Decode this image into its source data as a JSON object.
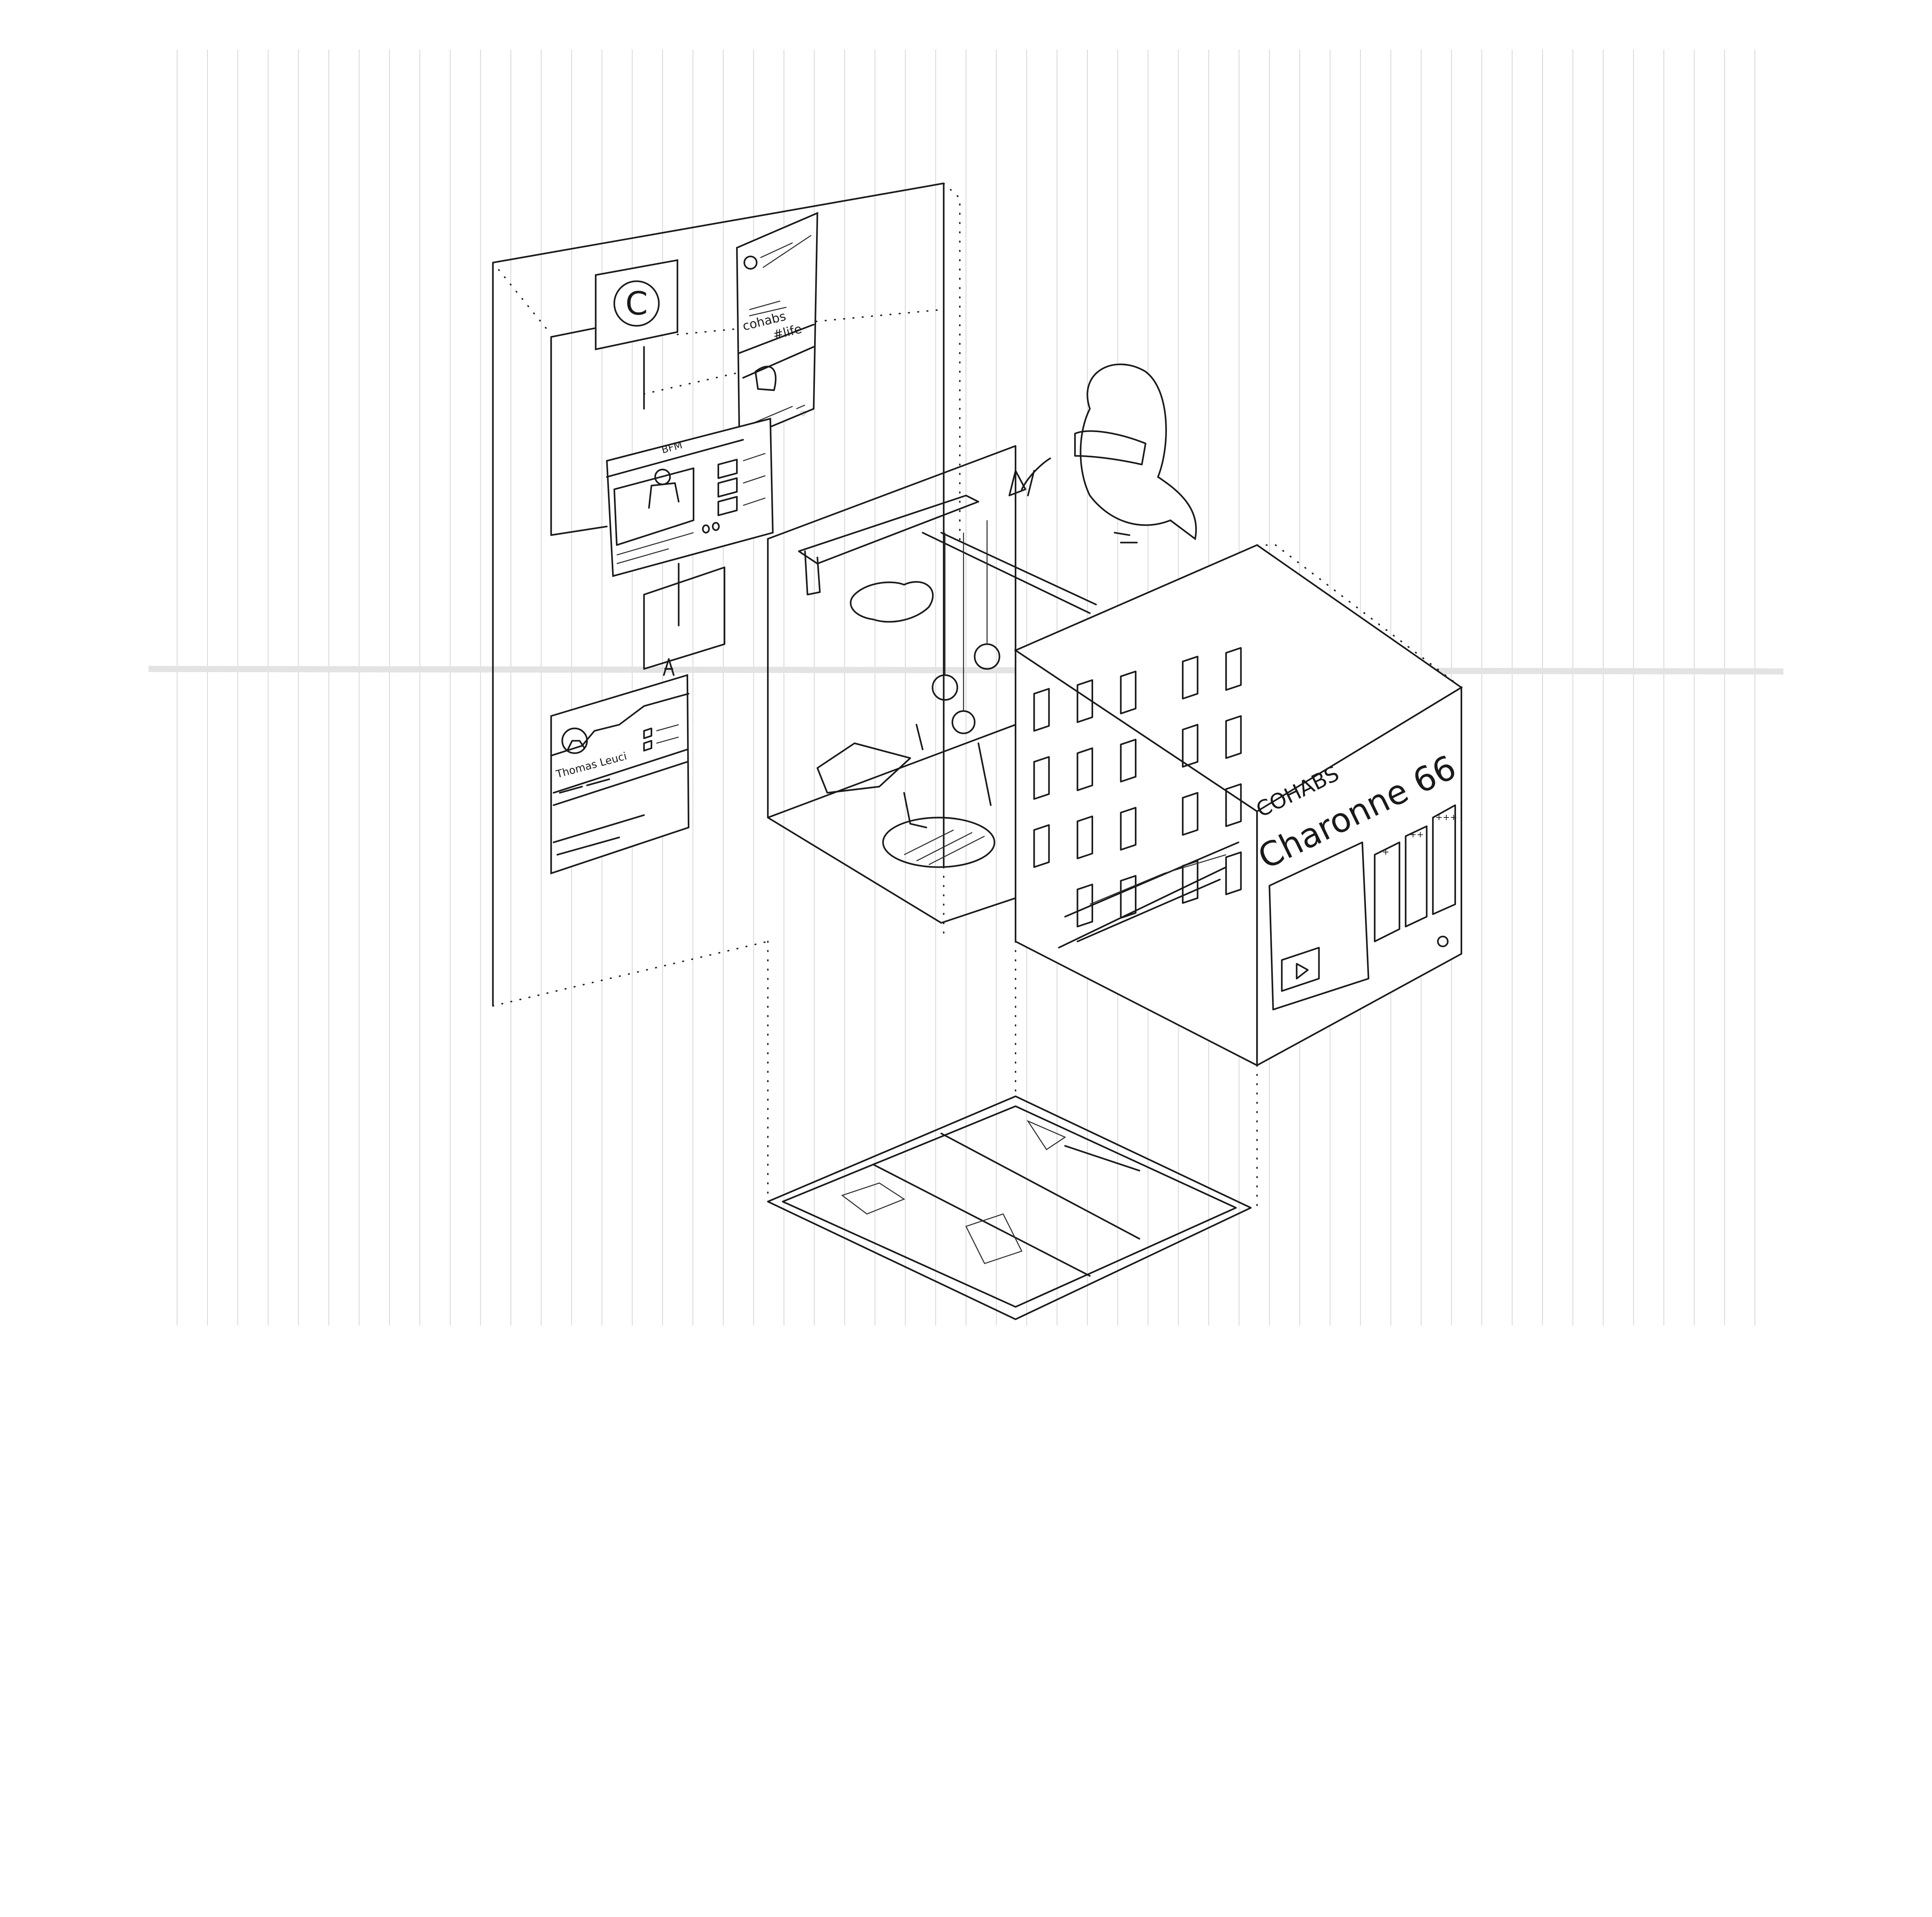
{
  "drawing": {
    "logo_letter": "C",
    "instagram_post": {
      "caption_line1": "cohabs",
      "caption_line2": "#life"
    },
    "video_panel": {
      "channel": "BFM"
    },
    "profile_panel": {
      "name": "Thomas Leuci"
    },
    "facade_sign": {
      "brand": "COHABS",
      "address": "Charonne 66"
    },
    "price_columns": [
      "+",
      "++",
      "+++"
    ]
  },
  "colors": {
    "ink": "#1a1a1a",
    "paper": "#ffffff",
    "rule": "#d4d4d4"
  }
}
